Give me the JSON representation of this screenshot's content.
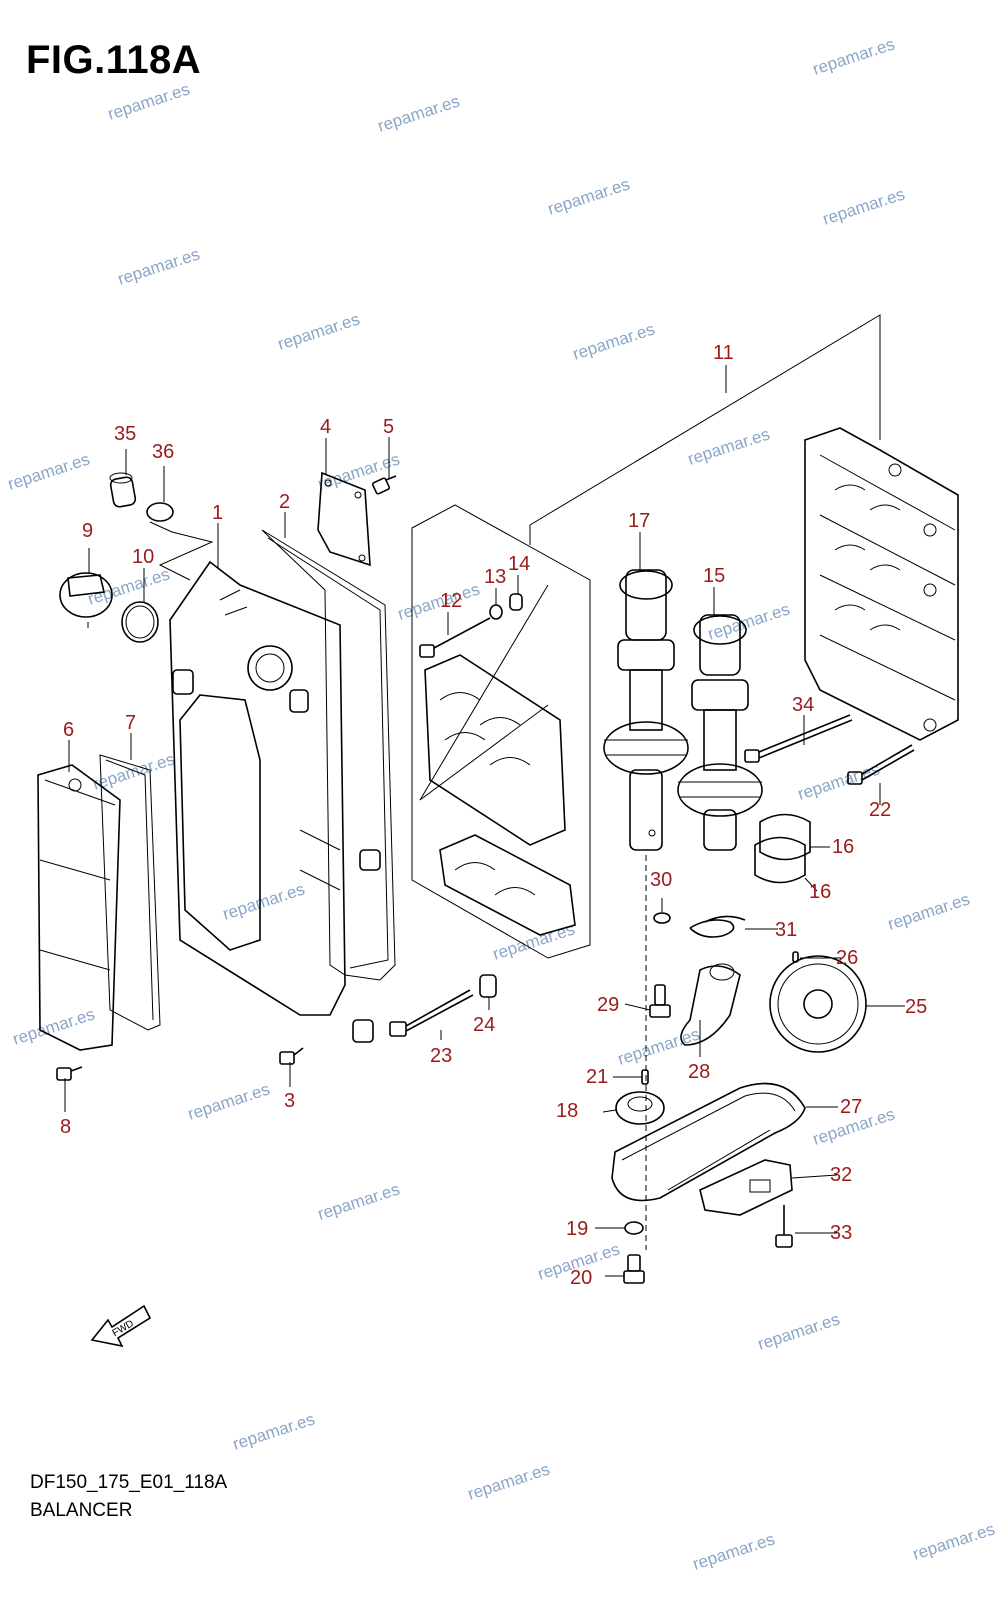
{
  "figure": {
    "title": "FIG.118A",
    "code": "DF150_175_E01_118A",
    "name": "BALANCER"
  },
  "watermark": {
    "text": "repamar.es"
  },
  "direction_arrow": {
    "label": "FWD"
  },
  "callouts": [
    "1",
    "2",
    "3",
    "4",
    "5",
    "6",
    "7",
    "8",
    "9",
    "10",
    "11",
    "12",
    "13",
    "14",
    "15",
    "16",
    "16",
    "17",
    "18",
    "19",
    "20",
    "21",
    "22",
    "23",
    "24",
    "25",
    "26",
    "27",
    "28",
    "29",
    "30",
    "31",
    "32",
    "33",
    "34",
    "35",
    "36"
  ],
  "colors": {
    "callout": "#9b1b1b",
    "watermark": "#8aa6c8",
    "line": "#000000"
  }
}
